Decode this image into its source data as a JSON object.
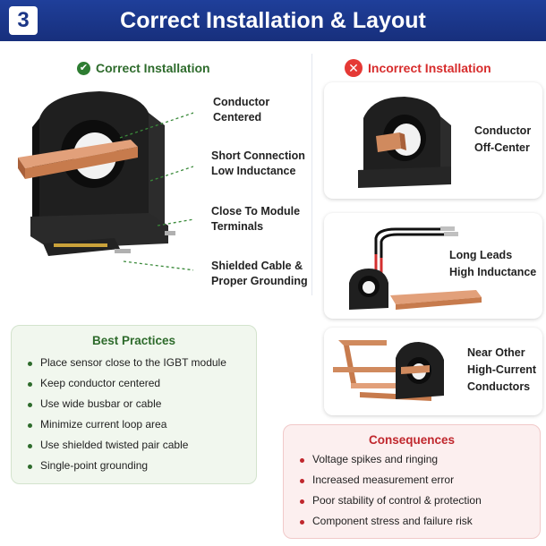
{
  "header": {
    "step_number": "3",
    "title": "Correct Installation & Layout",
    "color": "#1b3687"
  },
  "correct": {
    "heading": "Correct Installation",
    "icon": "check-circle-icon",
    "callouts": [
      {
        "line1": "Conductor",
        "line2": "Centered"
      },
      {
        "line1": "Short Connection",
        "line2": "Low Inductance"
      },
      {
        "line1": "Close To Module",
        "line2": "Terminals"
      },
      {
        "line1": "Shielded Cable &",
        "line2": "Proper Grounding"
      }
    ]
  },
  "incorrect": {
    "heading": "Incorrect Installation",
    "icon": "x-circle-icon",
    "cards": [
      {
        "line1": "Conductor",
        "line2": "Off-Center"
      },
      {
        "line1": "Long Leads",
        "line2": "High Inductance"
      },
      {
        "line1": "Near Other",
        "line2": "High-Current",
        "line3": "Conductors"
      }
    ]
  },
  "best_practices": {
    "title": "Best Practices",
    "items": [
      "Place sensor close to the IGBT module",
      "Keep conductor centered",
      "Use wide busbar or cable",
      "Minimize current loop area",
      "Use shielded twisted pair cable",
      "Single-point grounding"
    ]
  },
  "consequences": {
    "title": "Consequences",
    "items": [
      "Voltage spikes and ringing",
      "Increased measurement error",
      "Poor stability of control & protection",
      "Component stress and failure risk"
    ]
  },
  "colors": {
    "good": "#2e6b2c",
    "bad": "#d72c2c",
    "copper": "#c9794a",
    "sensor": "#1c1c1c"
  }
}
